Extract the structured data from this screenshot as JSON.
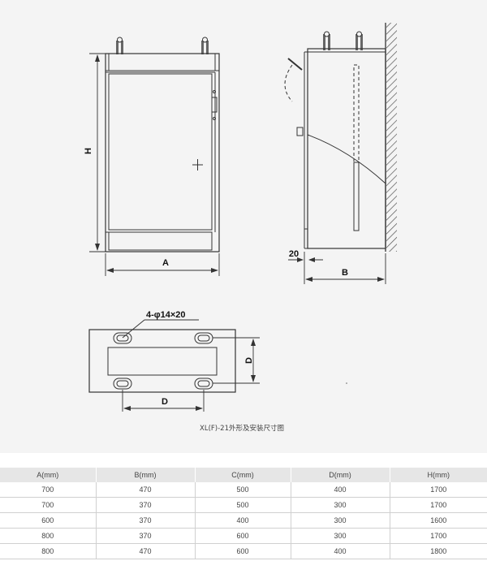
{
  "diagram": {
    "front_view": {
      "label_height": "H",
      "label_width": "A"
    },
    "side_view": {
      "label_offset": "20",
      "label_depth": "B"
    },
    "base_view": {
      "hole_spec": "4-φ14×20",
      "label_depth": "D",
      "label_width": "D"
    },
    "caption": "XL(F)-21外形及安装尺寸图"
  },
  "table": {
    "headers": [
      "A(mm)",
      "B(mm)",
      "C(mm)",
      "D(mm)",
      "H(mm)"
    ],
    "rows": [
      [
        "700",
        "470",
        "500",
        "400",
        "1700"
      ],
      [
        "700",
        "370",
        "500",
        "300",
        "1700"
      ],
      [
        "600",
        "370",
        "400",
        "300",
        "1600"
      ],
      [
        "800",
        "370",
        "600",
        "300",
        "1700"
      ],
      [
        "800",
        "470",
        "600",
        "400",
        "1800"
      ]
    ]
  }
}
